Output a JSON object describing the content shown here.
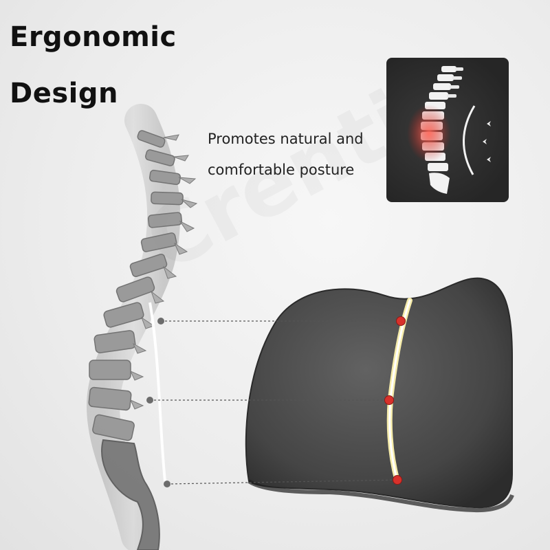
{
  "headline": {
    "line1": "Ergonomic",
    "line2": "Design"
  },
  "caption": {
    "line1": "Promotes natural and",
    "line2": "comfortable posture"
  },
  "watermark": "Crentila",
  "colors": {
    "accent_red": "#d8312b",
    "highlight_yellow": "#fff4b0",
    "cushion": "#4a4a4a",
    "inset_bg": "#2a2a2a"
  },
  "icons": [
    "spine-illustration",
    "lumbar-cushion",
    "spine-inset-icon"
  ]
}
